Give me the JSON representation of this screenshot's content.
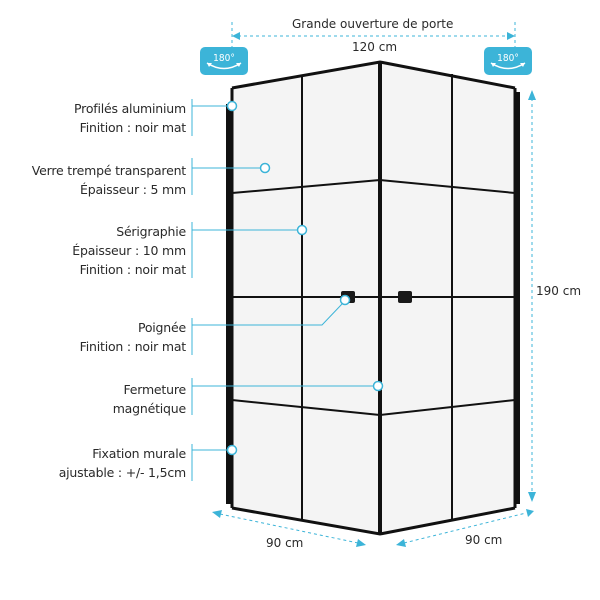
{
  "colors": {
    "accent": "#3cb4d8",
    "frame": "#111111",
    "glass": "#f4f4f4",
    "text": "#2a2a2a"
  },
  "top_caption": "Grande ouverture de porte",
  "width_top": "120 cm",
  "badge_left": "180°",
  "badge_right": "180°",
  "height": "190 cm",
  "depth_left": "90 cm",
  "depth_right": "90 cm",
  "callouts": [
    {
      "lines": [
        "Profilés aluminium",
        "Finition : noir mat"
      ]
    },
    {
      "lines": [
        "Verre trempé transparent",
        "Épaisseur : 5 mm"
      ]
    },
    {
      "lines": [
        "Sérigraphie",
        "Épaisseur : 10 mm",
        "Finition : noir mat"
      ]
    },
    {
      "lines": [
        "Poignée",
        "Finition : noir mat"
      ]
    },
    {
      "lines": [
        "Fermeture",
        "magnétique"
      ]
    },
    {
      "lines": [
        "Fixation murale",
        "ajustable : +/- 1,5cm"
      ]
    }
  ],
  "icons": {
    "rotation": "rotate-arrow-icon",
    "handle": "handle-icon"
  }
}
